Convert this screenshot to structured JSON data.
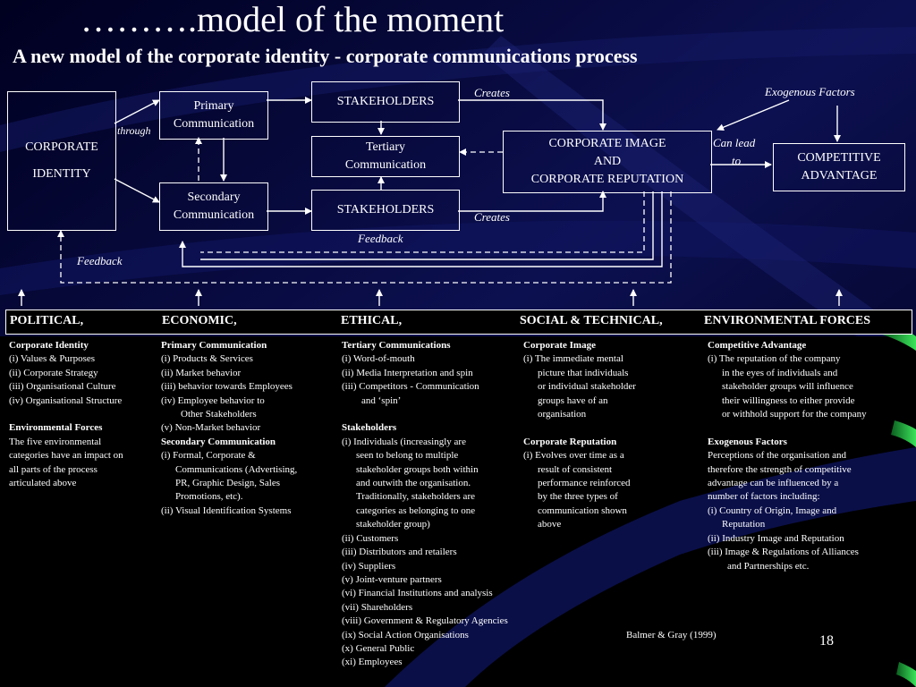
{
  "title": "……….model of the moment",
  "subtitle": "A new model of  the corporate identity - corporate communications process",
  "boxes": {
    "corporate_identity": [
      "CORPORATE",
      "IDENTITY"
    ],
    "primary": [
      "Primary",
      "Communication"
    ],
    "secondary": [
      "Secondary",
      "Communication"
    ],
    "stakeholders_top": "STAKEHOLDERS",
    "tertiary": [
      "Tertiary",
      "Communication"
    ],
    "stakeholders_bottom": "STAKEHOLDERS",
    "image_reputation": [
      "CORPORATE IMAGE",
      "AND",
      "CORPORATE REPUTATION"
    ],
    "competitive": [
      "COMPETITIVE",
      "ADVANTAGE"
    ]
  },
  "labels": {
    "through": "through",
    "creates_top": "Creates",
    "creates_bottom": "Creates",
    "exogenous": "Exogenous Factors",
    "can_lead_to": [
      "Can lead",
      "to"
    ],
    "feedback_inner": "Feedback",
    "feedback_outer": "Feedback"
  },
  "forces": [
    "POLITICAL,",
    "ECONOMIC,",
    "ETHICAL,",
    "SOCIAL & TECHNICAL,",
    "ENVIRONMENTAL FORCES"
  ],
  "columns": [
    [
      {
        "t": "Corporate Identity",
        "s": "b"
      },
      {
        "t": "(i) Values & Purposes"
      },
      {
        "t": "(ii) Corporate Strategy"
      },
      {
        "t": "(iii) Organisational Culture"
      },
      {
        "t": "(iv) Organisational Structure"
      },
      {
        "t": ""
      },
      {
        "t": "Environmental Forces",
        "s": "b"
      },
      {
        "t": "The five environmental"
      },
      {
        "t": "categories have an impact on"
      },
      {
        "t": "all parts of the process"
      },
      {
        "t": "articulated above"
      }
    ],
    [
      {
        "t": "Primary Communication",
        "s": "b"
      },
      {
        "t": "(i) Products & Services"
      },
      {
        "t": "(ii) Market behavior"
      },
      {
        "t": "(iii) behavior towards Employees"
      },
      {
        "t": "(iv) Employee behavior to"
      },
      {
        "t": "Other Stakeholders",
        "s": "i2"
      },
      {
        "t": "(v) Non-Market behavior"
      },
      {
        "t": "Secondary Communication",
        "s": "b"
      },
      {
        "t": "(i) Formal, Corporate &"
      },
      {
        "t": "Communications (Advertising,",
        "s": "i1"
      },
      {
        "t": "PR, Graphic Design, Sales",
        "s": "i1"
      },
      {
        "t": "Promotions, etc).",
        "s": "i1"
      },
      {
        "t": "(ii) Visual Identification Systems"
      }
    ],
    [
      {
        "t": "Tertiary Communications",
        "s": "b"
      },
      {
        "t": "(i) Word-of-mouth"
      },
      {
        "t": "(ii) Media Interpretation and spin"
      },
      {
        "t": "(iii) Competitors - Communication"
      },
      {
        "t": "and ‘spin’",
        "s": "i2"
      },
      {
        "t": ""
      },
      {
        "t": "Stakeholders",
        "s": "b"
      },
      {
        "t": "(i) Individuals (increasingly are"
      },
      {
        "t": "seen to belong to multiple",
        "s": "i1"
      },
      {
        "t": "stakeholder groups both within",
        "s": "i1"
      },
      {
        "t": "and outwith the organisation.",
        "s": "i1"
      },
      {
        "t": "Traditionally, stakeholders are",
        "s": "i1"
      },
      {
        "t": "categories as belonging to one",
        "s": "i1"
      },
      {
        "t": "stakeholder group)",
        "s": "i1"
      },
      {
        "t": "(ii) Customers"
      },
      {
        "t": "(iii) Distributors and retailers"
      },
      {
        "t": "(iv) Suppliers"
      },
      {
        "t": "(v) Joint-venture partners"
      },
      {
        "t": "(vi) Financial Institutions and  analysis"
      },
      {
        "t": "(vii) Shareholders"
      },
      {
        "t": "(viii) Government & Regulatory Agencies"
      },
      {
        "t": "(ix) Social Action Organisations"
      },
      {
        "t": "(x) General Public"
      },
      {
        "t": "(xi) Employees"
      }
    ],
    [
      {
        "t": "Corporate Image",
        "s": "b"
      },
      {
        "t": "(i) The immediate mental"
      },
      {
        "t": "picture that individuals",
        "s": "i1"
      },
      {
        "t": "or individual stakeholder",
        "s": "i1"
      },
      {
        "t": "groups have of an",
        "s": "i1"
      },
      {
        "t": "organisation",
        "s": "i1"
      },
      {
        "t": ""
      },
      {
        "t": "Corporate Reputation",
        "s": "b"
      },
      {
        "t": "(i) Evolves over time as a"
      },
      {
        "t": "result of consistent",
        "s": "i1"
      },
      {
        "t": "performance reinforced",
        "s": "i1"
      },
      {
        "t": "by the three types of",
        "s": "i1"
      },
      {
        "t": "communication shown",
        "s": "i1"
      },
      {
        "t": "above",
        "s": "i1"
      }
    ],
    [
      {
        "t": "Competitive Advantage",
        "s": "b"
      },
      {
        "t": "(i) The reputation of the company"
      },
      {
        "t": "in the eyes of individuals and",
        "s": "i1"
      },
      {
        "t": "stakeholder groups will influence",
        "s": "i1"
      },
      {
        "t": "their willingness to either provide",
        "s": "i1"
      },
      {
        "t": "or withhold support for the company",
        "s": "i1"
      },
      {
        "t": ""
      },
      {
        "t": "Exogenous Factors",
        "s": "b"
      },
      {
        "t": "Perceptions of the organisation and"
      },
      {
        "t": "therefore the strength of competitive"
      },
      {
        "t": "advantage can be influenced by a"
      },
      {
        "t": "number of factors including:"
      },
      {
        "t": "(i) Country of Origin, Image and"
      },
      {
        "t": "Reputation",
        "s": "i1"
      },
      {
        "t": "(ii) Industry Image and Reputation"
      },
      {
        "t": "(iii) Image & Regulations of Alliances"
      },
      {
        "t": "and Partnerships etc.",
        "s": "i2"
      }
    ]
  ],
  "reference": "Balmer & Gray (1999)",
  "page_number": "18",
  "colors": {
    "background": "#00003a",
    "accent_green": "#2ec84a",
    "line": "#ffffff"
  }
}
